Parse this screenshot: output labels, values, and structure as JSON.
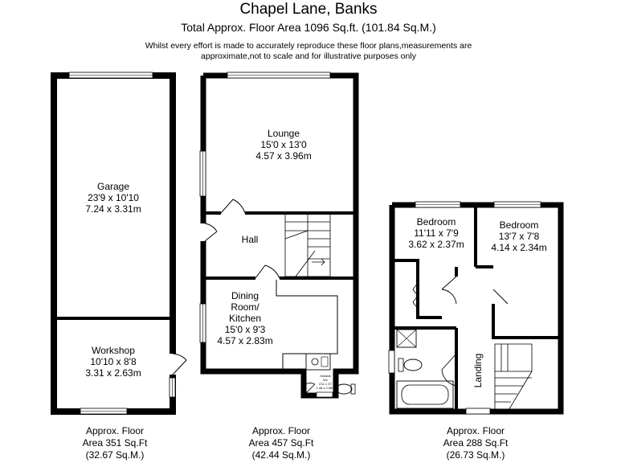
{
  "header": {
    "title": "Chapel Lane, Banks",
    "total_area": "Total Approx. Floor Area 1096 Sq.ft. (101.84 Sq.M.)",
    "disclaimer_line1": "Whilst every effort is made to accurately reproduce these floor plans,measurements are",
    "disclaimer_line2": "approximate,not to scale and for illustrative purposes only"
  },
  "garage_plan": {
    "garage": {
      "name": "Garage",
      "imperial": "23'9 x 10'10",
      "metric": "7.24 x 3.31m"
    },
    "workshop": {
      "name": "Workshop",
      "imperial": "10'10 x 8'8",
      "metric": "3.31 x 2.63m"
    },
    "area": {
      "line1": "Approx. Floor",
      "line2": "Area 351 Sq.Ft",
      "line3": "(32.67 Sq.M.)"
    }
  },
  "ground_floor": {
    "lounge": {
      "name": "Lounge",
      "imperial": "15'0 x 13'0",
      "metric": "4.57 x 3.96m"
    },
    "hall": {
      "name": "Hall"
    },
    "dining": {
      "name1": "Dining",
      "name2": "Room/",
      "name3": "Kitchen",
      "imperial": "15'0 x 9'3",
      "metric": "4.57 x 2.83m"
    },
    "outside_wc": {
      "line1": "Outside",
      "line2": "Wc",
      "line3": "4'11 x 3'7",
      "line4": "1.48 x 0.96m"
    },
    "area": {
      "line1": "Approx. Floor",
      "line2": "Area 457 Sq.Ft",
      "line3": "(42.44 Sq.M.)"
    }
  },
  "first_floor": {
    "bedroom1": {
      "name": "Bedroom",
      "imperial": "11'11 x 7'9",
      "metric": "3.62 x 2.37m"
    },
    "bedroom2": {
      "name": "Bedroom",
      "imperial": "13'7 x 7'8",
      "metric": "4.14 x 2.34m"
    },
    "landing": {
      "name": "Landing"
    },
    "area": {
      "line1": "Approx. Floor",
      "line2": "Area 288 Sq.Ft",
      "line3": "(26.73 Sq.M.)"
    }
  }
}
